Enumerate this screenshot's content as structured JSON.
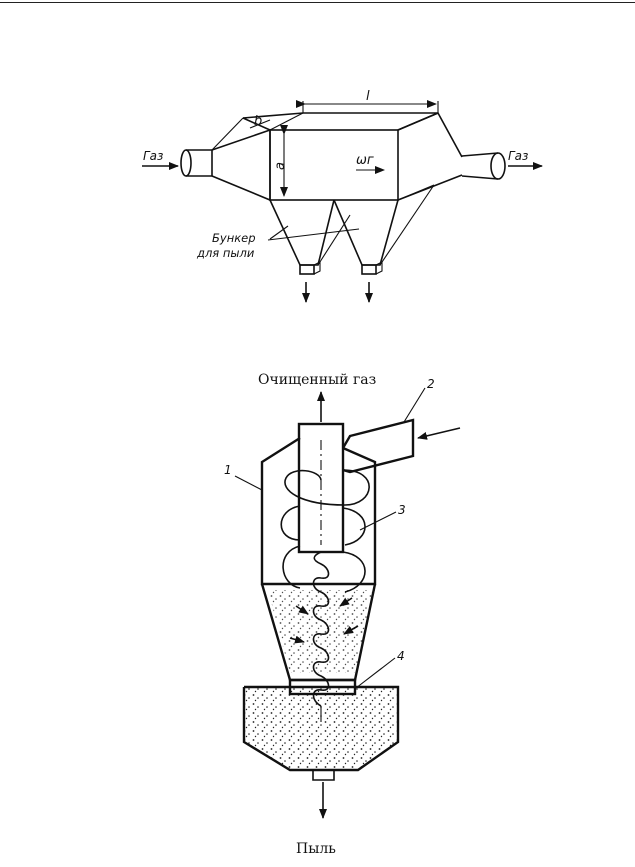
{
  "settling_chamber": {
    "label_gas_in": "Газ",
    "label_gas_out": "Газ",
    "dim_length": "l",
    "dim_width": "b",
    "dim_height": "a",
    "velocity": "ωг",
    "hopper_line1": "Бункер",
    "hopper_line2": "для пыли"
  },
  "cyclone": {
    "label_clean_gas": "Очищенный газ",
    "label_dust": "Пыль",
    "callouts": [
      "1",
      "2",
      "3",
      "4"
    ]
  }
}
